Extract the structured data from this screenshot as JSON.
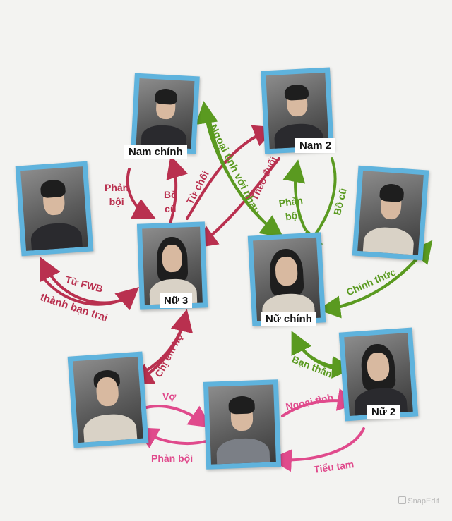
{
  "colors": {
    "card_frame": "#5fb3dd",
    "red_arrow": "#b9304f",
    "green_arrow": "#5a9a20",
    "pink_arrow": "#e04a8c"
  },
  "people": {
    "nam_chinh": "Nam chính",
    "nam_2": "Nam 2",
    "nu_3": "Nữ 3",
    "nu_chinh": "Nữ chính",
    "nu_2": "Nữ 2"
  },
  "relations": {
    "phan_boi_top": [
      "Phản",
      "bội"
    ],
    "bo_cu_left": [
      "Bồ",
      "cũ"
    ],
    "tu_choi": "Từ chối",
    "ngoai_tinh_voi_nhau": "Ngoại tình với nhau",
    "theo_duoi": "Theo đuổi",
    "phan_boi_right": [
      "Phản",
      "bội"
    ],
    "bo_cu_right": "Bồ cũ",
    "tu_fwb": "Từ FWB",
    "thanh_ban_trai": "thành bạn trai",
    "chinh_thuc": "Chính thức",
    "chi_em_ho": "Chị em họ",
    "ban_than": "Bạn thân",
    "vo": "Vợ",
    "ngoai_tinh": "Ngoại tình",
    "phan_boi_bottom": "Phản bội",
    "tieu_tam": "Tiểu tam"
  },
  "watermark": "SnapEdit"
}
